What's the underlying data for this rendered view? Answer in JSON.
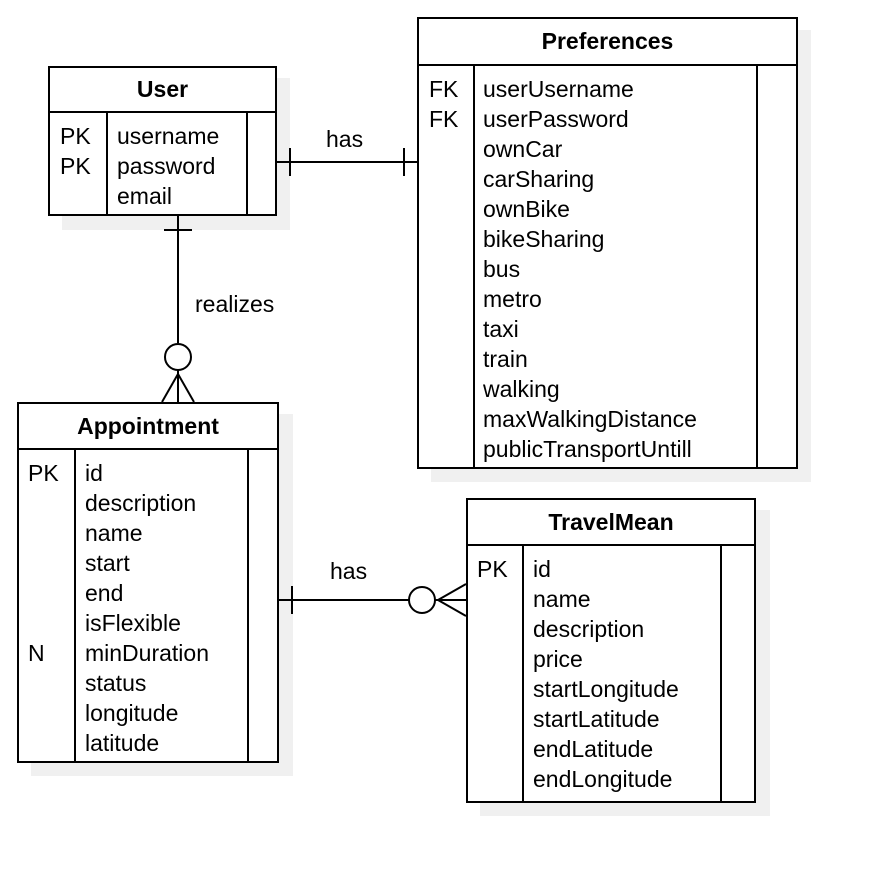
{
  "entities": {
    "user": {
      "title": "User",
      "rows": [
        {
          "key": "PK",
          "name": "username"
        },
        {
          "key": "PK",
          "name": "password"
        },
        {
          "key": "",
          "name": "email"
        }
      ]
    },
    "preferences": {
      "title": "Preferences",
      "rows": [
        {
          "key": "FK",
          "name": "userUsername"
        },
        {
          "key": "FK",
          "name": "userPassword"
        },
        {
          "key": "",
          "name": "ownCar"
        },
        {
          "key": "",
          "name": "carSharing"
        },
        {
          "key": "",
          "name": "ownBike"
        },
        {
          "key": "",
          "name": "bikeSharing"
        },
        {
          "key": "",
          "name": "bus"
        },
        {
          "key": "",
          "name": "metro"
        },
        {
          "key": "",
          "name": "taxi"
        },
        {
          "key": "",
          "name": "train"
        },
        {
          "key": "",
          "name": "walking"
        },
        {
          "key": "",
          "name": "maxWalkingDistance"
        },
        {
          "key": "",
          "name": "publicTransportUntill"
        }
      ]
    },
    "appointment": {
      "title": "Appointment",
      "rows": [
        {
          "key": "PK",
          "name": "id"
        },
        {
          "key": "",
          "name": "description"
        },
        {
          "key": "",
          "name": "name"
        },
        {
          "key": "",
          "name": "start"
        },
        {
          "key": "",
          "name": "end"
        },
        {
          "key": "",
          "name": "isFlexible"
        },
        {
          "key": "N",
          "name": "minDuration"
        },
        {
          "key": "",
          "name": "status"
        },
        {
          "key": "",
          "name": "longitude"
        },
        {
          "key": "",
          "name": "latitude"
        }
      ]
    },
    "travelmean": {
      "title": "TravelMean",
      "rows": [
        {
          "key": "PK",
          "name": "id"
        },
        {
          "key": "",
          "name": "name"
        },
        {
          "key": "",
          "name": "description"
        },
        {
          "key": "",
          "name": "price"
        },
        {
          "key": "",
          "name": "startLongitude"
        },
        {
          "key": "",
          "name": "startLatitude"
        },
        {
          "key": "",
          "name": "endLatitude"
        },
        {
          "key": "",
          "name": "endLongitude"
        }
      ]
    }
  },
  "relationships": {
    "user_preferences": "has",
    "user_appointment": "realizes",
    "appointment_travelmean": "has"
  }
}
